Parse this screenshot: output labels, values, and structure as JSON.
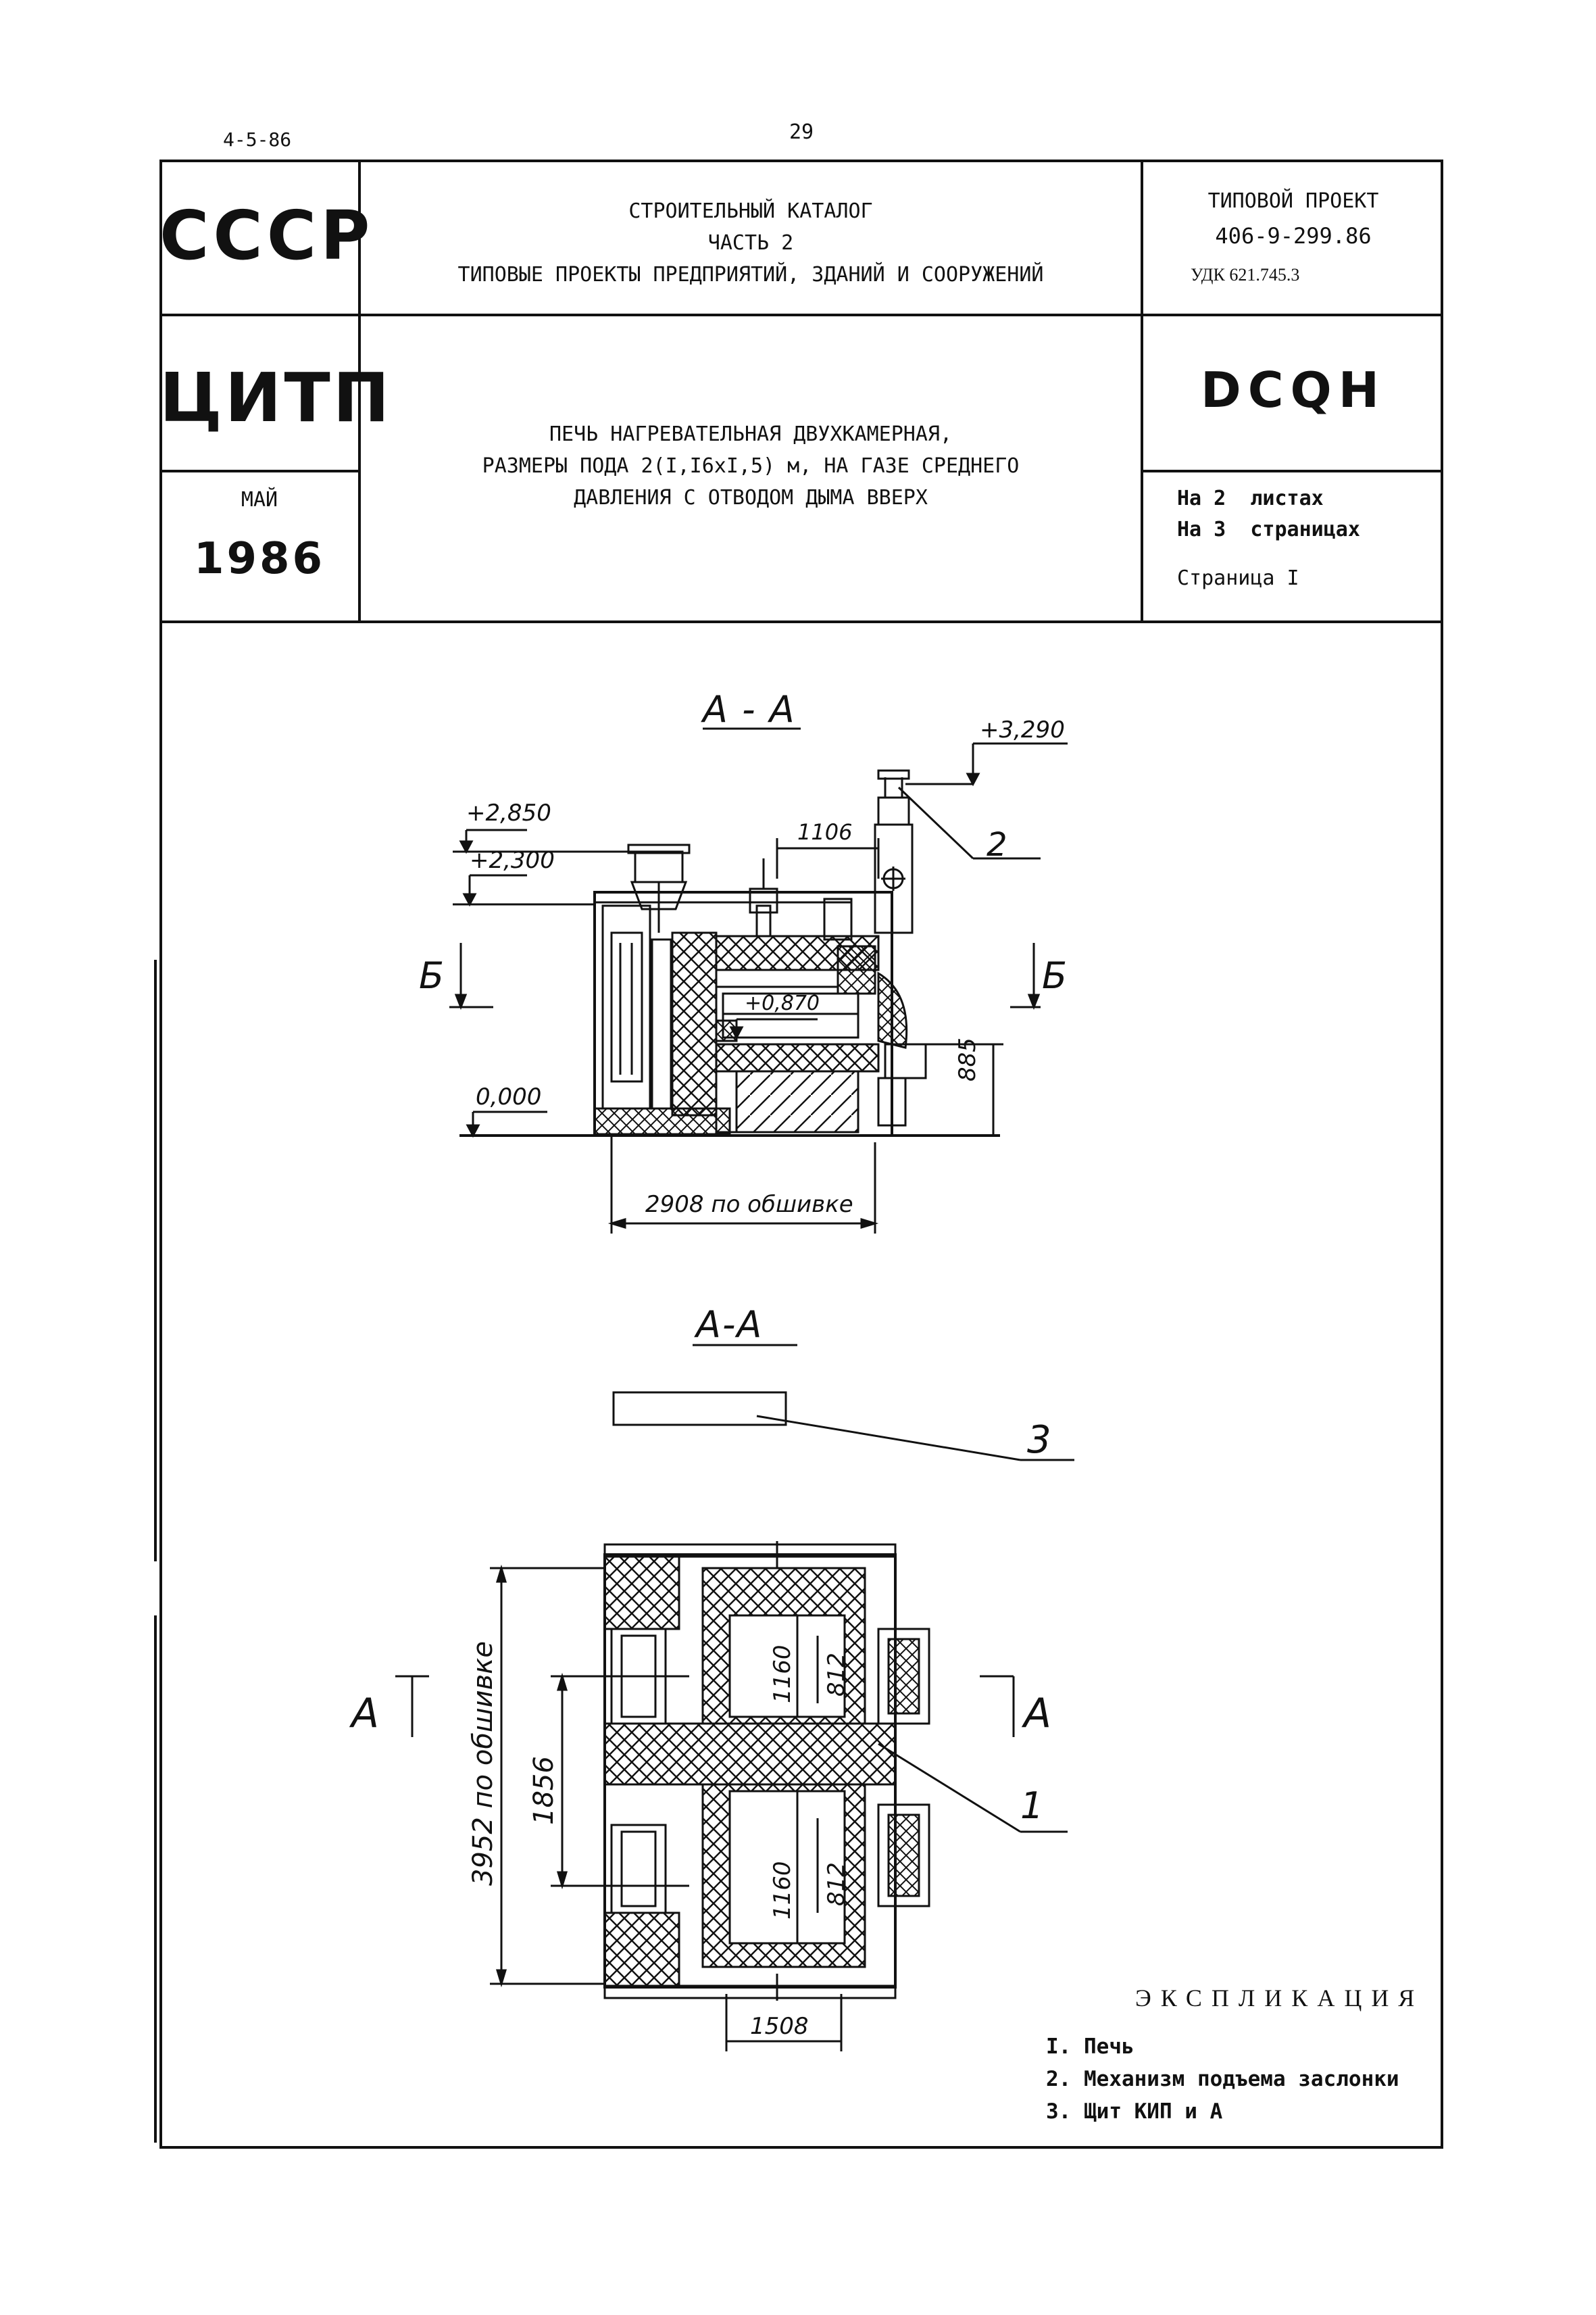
{
  "page": {
    "code_topleft": "4-5-86",
    "page_number": "29"
  },
  "header": {
    "country": "СССР",
    "org": "ЦИТП",
    "month": "МАЙ",
    "year": "1986",
    "catalog_line1": "СТРОИТЕЛЬНЫЙ КАТАЛОГ",
    "catalog_line2": "ЧАСТЬ 2",
    "catalog_line3": "ТИПОВЫЕ ПРОЕКТЫ ПРЕДПРИЯТИЙ, ЗДАНИЙ И СООРУЖЕНИЙ",
    "project_label": "ТИПОВОЙ ПРОЕКТ",
    "project_number": "406-9-299.86",
    "udk": "УДК 621.745.3",
    "title_line1": "ПЕЧЬ НАГРЕВАТЕЛЬНАЯ ДВУХКАМЕРНАЯ,",
    "title_line2": "РАЗМЕРЫ ПОДА 2(I,I6хI,5) м, НА ГАЗЕ СРЕДНЕГО",
    "title_line3": "ДАВЛЕНИЯ С ОТВОДОМ ДЫМА ВВЕРХ",
    "code": "DCQH",
    "sheets": "На 2  листах",
    "pages": "На 3  страницах",
    "page_label": "Страница I"
  },
  "section_top": {
    "title": "А - А",
    "level_3290": "+3,290",
    "level_2850": "+2,850",
    "level_2300": "+2,300",
    "level_0870": "+0,870",
    "level_0000": "0,000",
    "dim_1106": "1106",
    "dim_885": "885",
    "dim_2908": "2908 по обшивке",
    "cut_left": "Б",
    "cut_right": "Б",
    "callout_2": "2"
  },
  "section_bottom": {
    "title": "А-А",
    "callout_3": "3",
    "callout_1": "1",
    "dim_3952": "3952 по обшивке",
    "dim_1856": "1856",
    "dim_1160_top": "1160",
    "dim_812_top": "812",
    "dim_1160_bot": "1160",
    "dim_812_bot": "812",
    "dim_1508": "1508",
    "cut_left": "А",
    "cut_right": "А"
  },
  "legend": {
    "title": "ЭКСПЛИКАЦИЯ",
    "items": [
      "I. Печь",
      "2. Механизм подъема заслонки",
      "3. Щит КИП и А"
    ]
  },
  "colors": {
    "ink": "#111111",
    "paper": "#ffffff"
  }
}
